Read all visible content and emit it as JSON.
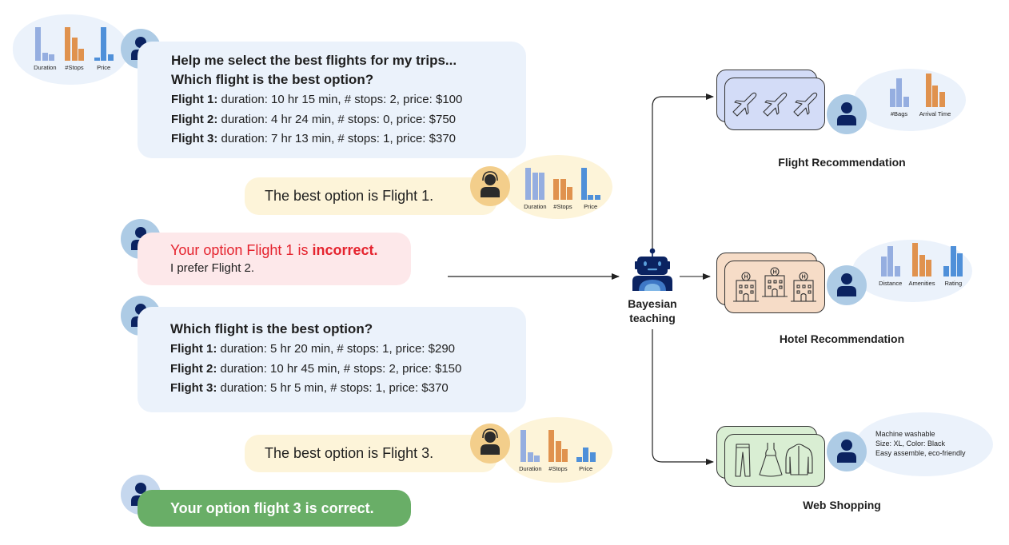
{
  "conversation": {
    "turn1": {
      "question_line1": "Help me select the best flights for my trips...",
      "question_line2": "Which flight is the best option?",
      "flights": [
        {
          "label": "Flight 1:",
          "details": " duration: 10 hr 15 min, # stops: 2, price: $100"
        },
        {
          "label": "Flight 2:",
          "details": " duration: 4 hr 24 min, # stops: 0, price: $750"
        },
        {
          "label": "Flight 3:",
          "details": " duration: 7 hr 13 min, # stops: 1, price: $370"
        }
      ],
      "user_preference_chart": {
        "labels": [
          "Duration",
          "#Stops",
          "Price"
        ],
        "values": [
          [
            1.0,
            0.25,
            0.2
          ],
          [
            1.0,
            0.7,
            0.35
          ],
          [
            0.1,
            1.0,
            0.2
          ]
        ]
      }
    },
    "agent_answer1": {
      "text": "The best option is Flight 1.",
      "belief_chart": {
        "labels": [
          "Duration",
          "#Stops",
          "Price"
        ],
        "values": [
          [
            1.0,
            0.85,
            0.85
          ],
          [
            0.65,
            0.65,
            0.4
          ],
          [
            1.0,
            0.15,
            0.15
          ]
        ]
      }
    },
    "feedback1": {
      "prefix": "Your option Flight 1 is ",
      "emphasis": "incorrect.",
      "detail": "I prefer Flight 2."
    },
    "turn2": {
      "question": "Which flight is the best option?",
      "flights": [
        {
          "label": "Flight 1:",
          "details": " duration: 5 hr 20 min, # stops: 1, price: $290"
        },
        {
          "label": "Flight 2:",
          "details": " duration: 10 hr 45 min, # stops: 2, price: $150"
        },
        {
          "label": "Flight 3:",
          "details": " duration: 5 hr 5 min, # stops: 1, price: $370"
        }
      ]
    },
    "agent_answer2": {
      "text": "The best option is Flight 3.",
      "belief_chart": {
        "labels": [
          "Duration",
          "#Stops",
          "Price"
        ],
        "values": [
          [
            1.0,
            0.3,
            0.2
          ],
          [
            1.0,
            0.65,
            0.4
          ],
          [
            0.15,
            0.45,
            0.3
          ]
        ]
      }
    },
    "feedback2": {
      "text": "Your option flight 3 is correct."
    }
  },
  "center": {
    "label_line1": "Bayesian",
    "label_line2": "teaching"
  },
  "domains": [
    {
      "title": "Flight Recommendation",
      "icon": "airplane-icon",
      "card_color": "#d3dcf7",
      "preference_chart": {
        "labels": [
          "#Bags",
          "Arrival Time"
        ],
        "values": [
          [
            0.55,
            0.85,
            0.3
          ],
          [
            1.0,
            0.65,
            0.45
          ]
        ]
      }
    },
    {
      "title": "Hotel Recommendation",
      "icon": "hotel-icon",
      "card_color": "#f6dcc7",
      "preference_chart": {
        "labels": [
          "Distance",
          "Amenities",
          "Rating"
        ],
        "values": [
          [
            0.6,
            0.9,
            0.3
          ],
          [
            1.0,
            0.65,
            0.5
          ],
          [
            0.3,
            0.9,
            0.7
          ]
        ]
      }
    },
    {
      "title": "Web Shopping",
      "icon": "clothing-icon",
      "card_color": "#d9eed3",
      "preferences": [
        "Machine washable",
        "Size: XL, Color: Black",
        "Easy assemble, eco-friendly"
      ]
    }
  ],
  "colors": {
    "duration": "#95aee0",
    "stops": "#e0924e",
    "price": "#4f90d9",
    "incorrect": "#e5232e",
    "correct_bg": "#69ae67",
    "navy": "#0b2361"
  }
}
